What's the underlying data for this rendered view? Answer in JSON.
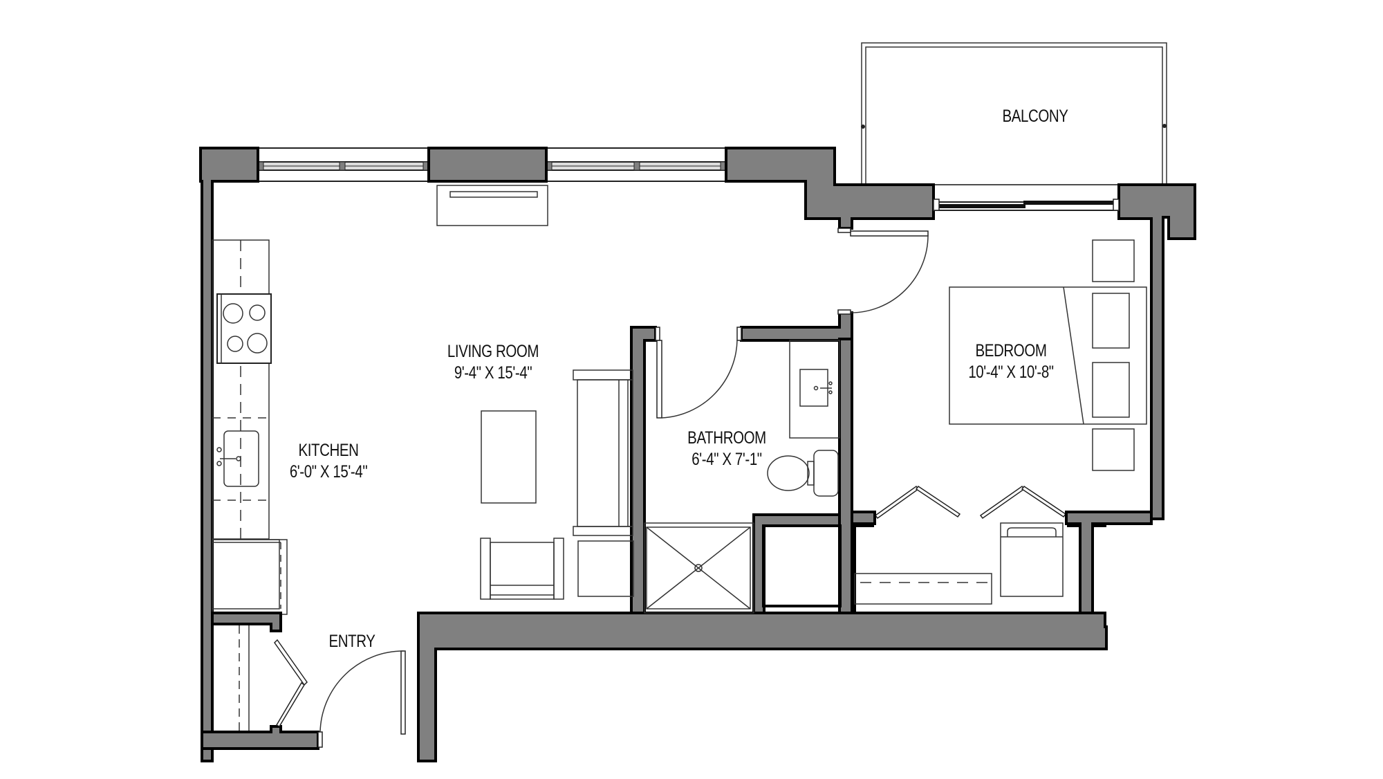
{
  "plan": {
    "colors": {
      "wall_fill": "#808080",
      "wall_stroke": "#000000",
      "background": "#ffffff"
    },
    "rooms": [
      {
        "id": "balcony",
        "name": "BALCONY",
        "dims": ""
      },
      {
        "id": "living",
        "name": "LIVING ROOM",
        "dims": "9'-4\" X 15'-4\""
      },
      {
        "id": "kitchen",
        "name": "KITCHEN",
        "dims": "6'-0\" X 15'-4\""
      },
      {
        "id": "bathroom",
        "name": "BATHROOM",
        "dims": "6'-4\" X 7'-1\""
      },
      {
        "id": "bedroom",
        "name": "BEDROOM",
        "dims": "10'-4\" X 10'-8\""
      },
      {
        "id": "entry",
        "name": "ENTRY",
        "dims": ""
      }
    ]
  }
}
